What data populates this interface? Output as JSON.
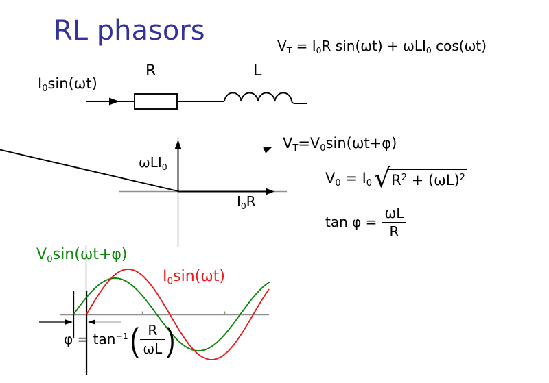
{
  "title": "RL phasors",
  "colors": {
    "title": "#333399",
    "green": "#0d870d",
    "red": "#e81c1c",
    "gray": "#909090",
    "ink": "#000000"
  },
  "eq_vt": [
    "V",
    "T",
    " = I",
    "0",
    "R sin(ωt) + ωLI",
    "0",
    " cos(ωt)"
  ],
  "circuit": {
    "current_label": [
      "I",
      "0",
      "sin(ωt)"
    ],
    "resistor_label": "R",
    "inductor_label": "L"
  },
  "phasor": {
    "y_label": [
      "ωLI",
      "0"
    ],
    "x_label": [
      "I",
      "0",
      "R"
    ],
    "resultant_label": [
      "V",
      "T",
      "=V",
      "0",
      "sin(ωt+φ)"
    ]
  },
  "eq_v0": {
    "lhs": [
      "V",
      "0",
      " = I",
      "0"
    ],
    "radical_sign": "√",
    "under_root": [
      "R",
      "2",
      " + (ωL)",
      "2"
    ]
  },
  "eq_tan": {
    "lead": "tan φ =",
    "num": "ωL",
    "den": "R"
  },
  "eq_phi": {
    "lead": "φ = tan",
    "sup": "−1",
    "lparen": "(",
    "rparen": ")",
    "num": "R",
    "den": "ωL"
  },
  "graph_labels": {
    "green": [
      "V",
      "0",
      "sin(ωt+φ)"
    ],
    "red": [
      "I",
      "0",
      "sin(ωt)"
    ]
  },
  "chart_data": {
    "type": "line",
    "series": [
      {
        "name": "V0 sin(ωt+φ)",
        "color": "#0d870d",
        "zero_cross_x": 107,
        "x_end": 393,
        "amplitude": 53,
        "period": 243,
        "baseline": 459
      },
      {
        "name": "I0 sin(ωt)",
        "color": "#e81c1c",
        "zero_cross_x": 126,
        "x_end": 392,
        "amplitude": 66,
        "period": 243,
        "baseline": 459
      }
    ],
    "axes": {
      "x_axis_span": [
        88,
        392
      ],
      "y_axis_x": 125,
      "y_axis_span": [
        358,
        548
      ],
      "tick_x": [
        207,
        327
      ],
      "grid": false,
      "tick_labels": "none",
      "legend": "inline colored curve labels"
    }
  }
}
